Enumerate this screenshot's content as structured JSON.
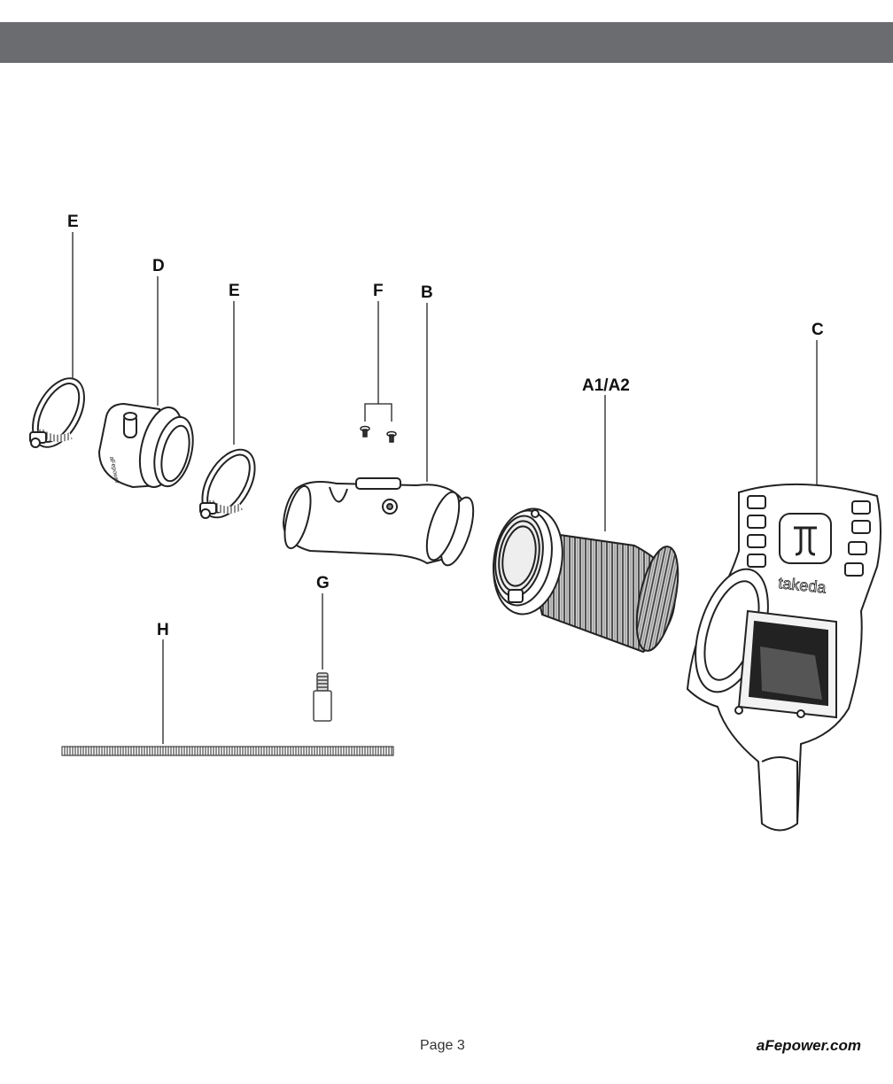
{
  "header": {
    "color": "#6b6c70"
  },
  "callouts": {
    "e_left": "E",
    "d": "D",
    "e_mid": "E",
    "f": "F",
    "b": "B",
    "a": "A1/A2",
    "c": "C",
    "g": "G",
    "h": "H"
  },
  "logo_text": "takeda",
  "footer": {
    "page": "Page 3",
    "site": "aFepower.com"
  }
}
